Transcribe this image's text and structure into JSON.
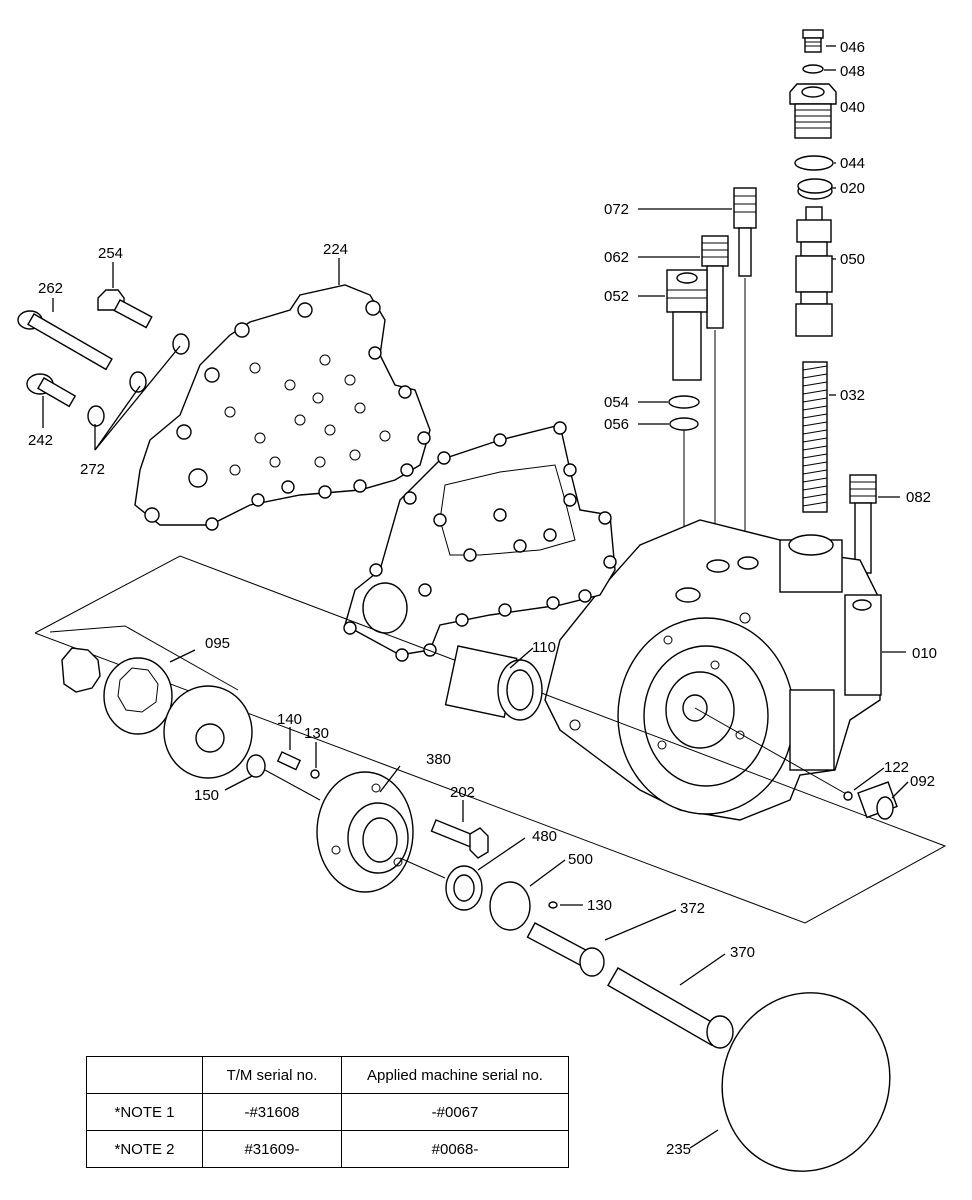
{
  "callouts": {
    "p046": "046",
    "p048": "048",
    "p040": "040",
    "p044": "044",
    "p020": "020",
    "p072": "072",
    "p062": "062",
    "p052": "052",
    "p050": "050",
    "p054": "054",
    "p056": "056",
    "p032": "032",
    "p082": "082",
    "p010": "010",
    "p254": "254",
    "p262": "262",
    "p224": "224",
    "p242": "242",
    "p272": "272",
    "p095": "095",
    "p110": "110",
    "p140": "140",
    "p130a": "130",
    "p380": "380",
    "p150": "150",
    "p202": "202",
    "p480": "480",
    "p500": "500",
    "p130b": "130",
    "p372": "372",
    "p370": "370",
    "p122": "122",
    "p092": "092",
    "p235": "235"
  },
  "table": {
    "headers": [
      "",
      "T/M serial no.",
      "Applied machine serial no."
    ],
    "rows": [
      [
        "*NOTE 1",
        "-#31608",
        "-#0067"
      ],
      [
        "*NOTE 2",
        "#31609-",
        "#0068-"
      ]
    ]
  }
}
